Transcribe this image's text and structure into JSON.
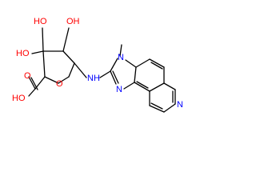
{
  "colors": {
    "oxygen": "#ff0000",
    "nitrogen": "#0000ff",
    "carbon": "#000000",
    "background": "#ffffff"
  },
  "labels": {
    "ho_top_left": "HO",
    "oh_top_right": "OH",
    "ho_left": "HO",
    "ring_oxygen": "O",
    "carbonyl_oxygen": "O",
    "hydroxyl_oxygen": "HO",
    "amine": "N",
    "amine_h": "H",
    "imidazole_n_methyl": "N",
    "imidazole_n": "N",
    "quinoline_n": "N"
  }
}
